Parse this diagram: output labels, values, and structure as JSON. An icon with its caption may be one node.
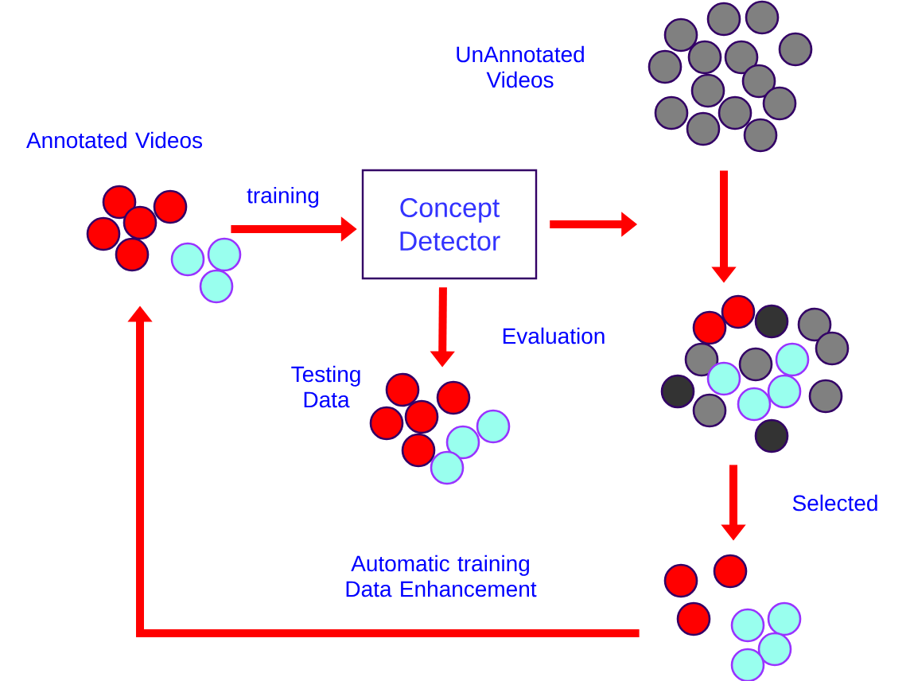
{
  "diagram": {
    "nodes": [
      {
        "text": [
          "Annotated Videos"
        ]
      },
      {
        "text": [
          "Concept Detector"
        ]
      },
      {
        "text": [
          "Testing Data"
        ]
      },
      {
        "text": [
          "UnAnnotated Videos"
        ]
      },
      {
        "text": [],
        "shape": "picture"
      },
      {
        "text": [],
        "shape": "picture"
      }
    ],
    "edges": [
      {
        "from": 0,
        "to": 1,
        "arrow": "to",
        "label": "training"
      },
      {
        "from": 1,
        "to": 2,
        "arrow": "to",
        "label": "Evaluation"
      },
      {
        "from": 1,
        "to": null,
        "arrow": "to"
      },
      {
        "from": 3,
        "to": 4,
        "arrow": "to"
      },
      {
        "from": 4,
        "to": 5,
        "arrow": "to",
        "label": "Selected"
      },
      {
        "from": 5,
        "to": 0,
        "arrow": "to",
        "label": "Automatic training Data Enhancement"
      }
    ]
  }
}
